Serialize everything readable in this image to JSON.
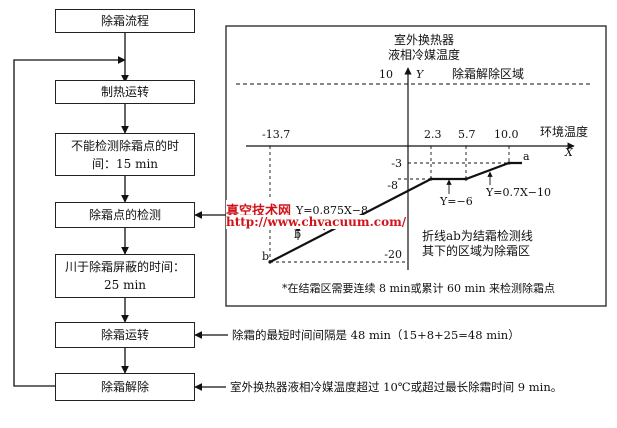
{
  "flow": {
    "steps": [
      "除霜流程",
      "制热运转",
      "不能检测除霜点的时间：15 min",
      "除霜点的检测",
      "川于除霜屏蔽的时间：25 min",
      "除霜运转",
      "除霜解除"
    ],
    "notes": {
      "min_interval": "除霜的最短时间间隔是 48 min（15+8+25=48 min）",
      "release": "室外换热器液相冷媒温度超过 10℃或超过最长除霜时间 9 min。"
    }
  },
  "watermark": {
    "title": "真空技术网",
    "url": "http://www.chvacuum.com/"
  },
  "chart": {
    "title_line1": "室外换热器",
    "title_line2": "液相冷媒温度",
    "y_axis_label": "Y",
    "x_axis_label": "X",
    "x_unit_label": "环境温度",
    "release_zone_label": "除霜解除区域",
    "y_ticks": [
      "10",
      "-3",
      "-8",
      "-20"
    ],
    "x_ticks": [
      "-13.7",
      "2.3",
      "5.7",
      "10.0"
    ],
    "point_a": "a",
    "point_b_end": "b",
    "point_b_mid": "b",
    "eq_left": "Y=0.875X−8",
    "eq_flat": "Y=−6",
    "eq_right": "Y=0.7X−10",
    "region_note_1": "折线ab为结霜检测线",
    "region_note_2": "其下的区域为除霜区",
    "footnote": "*在结霜区需要连续 8 min或累计 60 min 来检测除霜点"
  },
  "chart_data": {
    "type": "line",
    "x": [
      -13.7,
      2.3,
      5.7,
      10.0
    ],
    "y": [
      -20,
      -6,
      -6,
      -3
    ],
    "xlabel": "环境温度",
    "ylabel": "室外换热器液相冷媒温度"
  }
}
